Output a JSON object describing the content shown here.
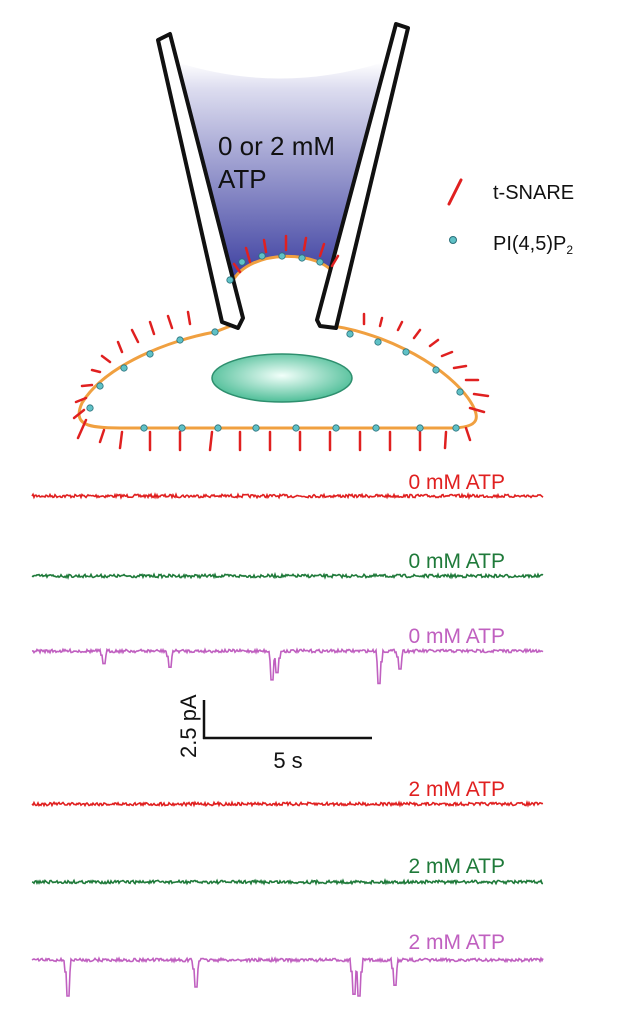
{
  "pipette": {
    "label_line1": "0 or 2 mM",
    "label_line2": "ATP"
  },
  "legend": {
    "items": [
      {
        "symbol": "red-tick-icon",
        "label": "t-SNARE",
        "color": "#e02020"
      },
      {
        "symbol": "cyan-dot-icon",
        "label_main": "PI(4,5)P",
        "label_sub": "2",
        "color": "#5fc1c6"
      }
    ]
  },
  "colors": {
    "snare": "#e02020",
    "pi_dot": "#5fc1c6",
    "membrane": "#f0a040",
    "pipette_fill_top": "#d7d9ee",
    "pipette_fill_bottom": "#3a3da0",
    "nucleus": "#5fc9a6",
    "red_trace": "#e02020",
    "green_trace": "#1f7a3a",
    "purple_trace": "#c060c0"
  },
  "scale_bar": {
    "y_label": "2.5 pA",
    "x_label": "5 s"
  },
  "traces": [
    {
      "label": "0 mM ATP",
      "color": "#e02020",
      "spikes": []
    },
    {
      "label": "0 mM ATP",
      "color": "#1f7a3a",
      "spikes": []
    },
    {
      "label": "0 mM ATP",
      "color": "#c060c0",
      "spikes": [
        [
          0.14,
          0.35
        ],
        [
          0.27,
          0.45
        ],
        [
          0.47,
          0.8
        ],
        [
          0.48,
          0.6
        ],
        [
          0.68,
          0.9
        ],
        [
          0.72,
          0.5
        ]
      ]
    },
    {
      "label": "2 mM ATP",
      "color": "#e02020",
      "spikes": []
    },
    {
      "label": "2 mM ATP",
      "color": "#1f7a3a",
      "spikes": []
    },
    {
      "label": "2 mM ATP",
      "color": "#c060c0",
      "spikes": [
        [
          0.07,
          1.0
        ],
        [
          0.32,
          0.75
        ],
        [
          0.63,
          0.95
        ],
        [
          0.64,
          1.0
        ],
        [
          0.71,
          0.7
        ]
      ]
    }
  ]
}
